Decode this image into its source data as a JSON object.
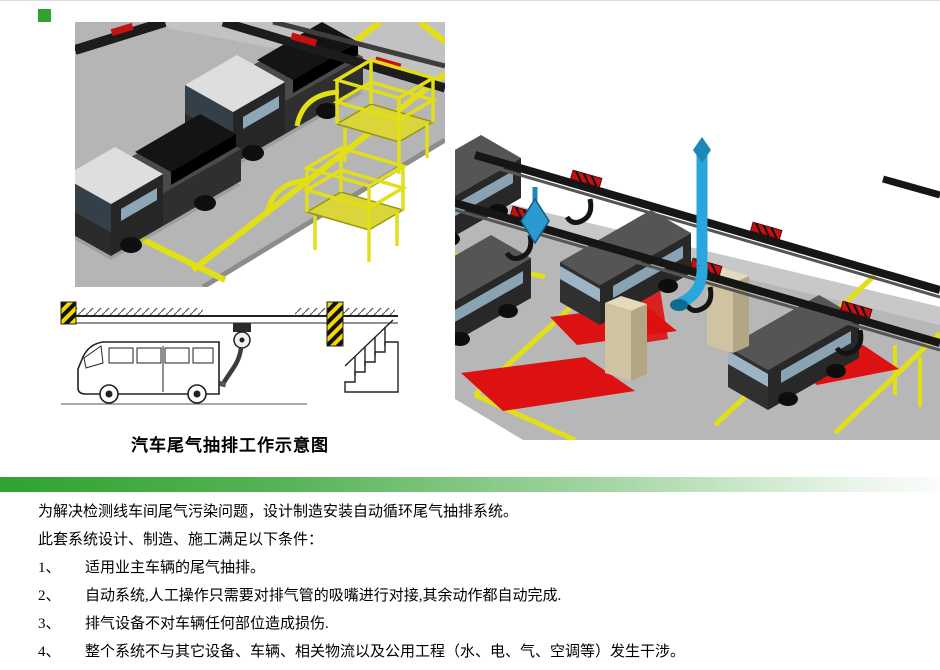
{
  "colors": {
    "accent_green": "#2fa32f",
    "divider_gradient_start": "#2fa32f",
    "divider_gradient_end": "#fbfdfb",
    "safety_yellow": "#e3df17",
    "floor_gray": "#b5b5b5",
    "mat_red": "#dd1111",
    "duct_blue": "#29a7dd"
  },
  "figure": {
    "caption": "汽车尾气抽排工作示意图"
  },
  "body": {
    "intro": "为解决检测线车间尾气污染问题，设计制造安装自动循环尾气抽排系统。",
    "conditions_heading": "此套系统设计、制造、施工满足以下条件：",
    "conditions": [
      {
        "num": "1、",
        "text": "适用业主车辆的尾气抽排。"
      },
      {
        "num": "2、",
        "text": "自动系统,人工操作只需要对排气管的吸嘴进行对接,其余动作都自动完成."
      },
      {
        "num": "3、",
        "text": "排气设备不对车辆任何部位造成损伤."
      },
      {
        "num": "4、",
        "text": "整个系统不与其它设备、车辆、相关物流以及公用工程（水、电、气、空调等）发生干涉。"
      }
    ]
  }
}
